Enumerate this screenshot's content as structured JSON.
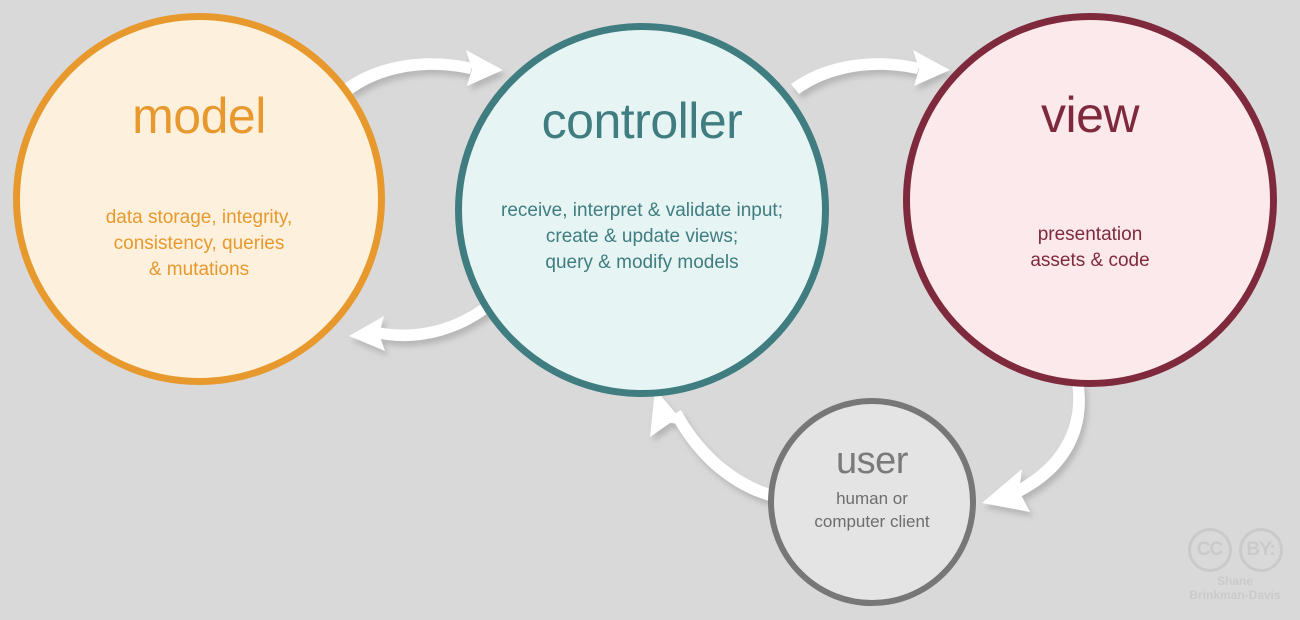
{
  "diagram": {
    "title": "MVC architecture diagram",
    "background_color": "#d9d9d9",
    "nodes": [
      {
        "id": "model",
        "title": "model",
        "description": "data storage, integrity,\nconsistency, queries\n& mutations",
        "fill_color": "#fdf0dc",
        "stroke_color": "#e8992e",
        "text_color": "#e8992e"
      },
      {
        "id": "controller",
        "title": "controller",
        "description": "receive, interpret & validate input;\ncreate & update views;\nquery & modify models",
        "fill_color": "#e6f4f3",
        "stroke_color": "#3f7d80",
        "text_color": "#3f7d80"
      },
      {
        "id": "view",
        "title": "view",
        "description": "presentation\nassets & code",
        "fill_color": "#fce9ec",
        "stroke_color": "#7e2a3c",
        "text_color": "#7e2a3c"
      },
      {
        "id": "user",
        "title": "user",
        "description": "human or\ncomputer client",
        "fill_color": "#e4e4e4",
        "stroke_color": "#777777",
        "text_color": "#7a7a7a"
      }
    ],
    "arrows": [
      {
        "id": "model-to-controller",
        "from": "model",
        "to": "controller",
        "color": "#ffffff"
      },
      {
        "id": "controller-to-model",
        "from": "controller",
        "to": "model",
        "color": "#ffffff"
      },
      {
        "id": "controller-to-view",
        "from": "controller",
        "to": "view",
        "color": "#ffffff"
      },
      {
        "id": "view-to-user",
        "from": "view",
        "to": "user",
        "color": "#ffffff"
      },
      {
        "id": "user-to-controller",
        "from": "user",
        "to": "controller",
        "color": "#ffffff"
      }
    ]
  },
  "license": {
    "mark_cc": "CC",
    "mark_by": "BY:",
    "credit": "Shane\nBrinkman-Davis",
    "color": "#cacaca"
  }
}
